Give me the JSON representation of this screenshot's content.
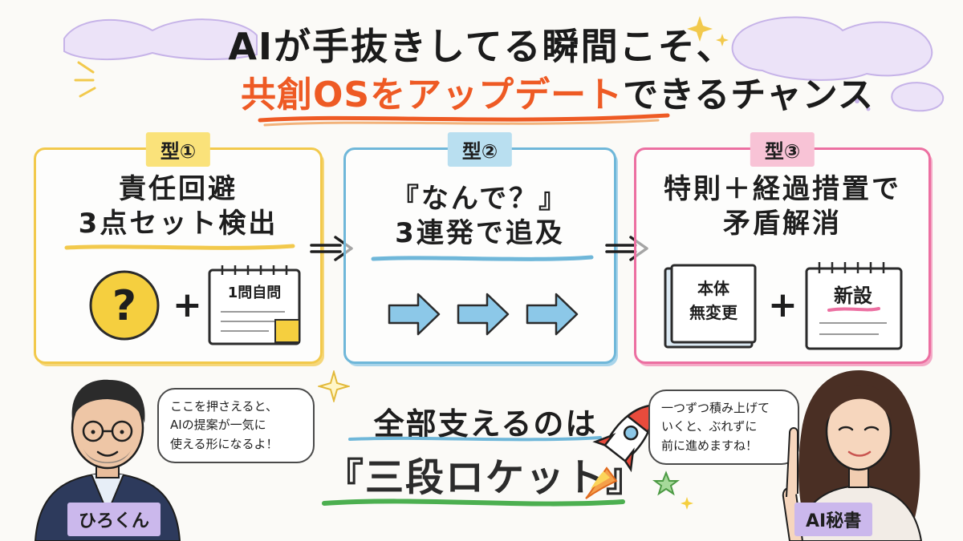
{
  "title": {
    "line1": "AIが手抜きしてる瞬間こそ、",
    "line2_accent": "共創OSをアップデート",
    "line2_rest": "できるチャンス"
  },
  "steps": [
    {
      "tag": "型①",
      "title_line1": "責任回避",
      "title_line2": "3点セット検出",
      "icon_left": "?",
      "plus": "+",
      "notebook_label": "1問自問",
      "color": "#f2c94c"
    },
    {
      "tag": "型②",
      "title_line1": "『なんで？』",
      "title_line2": "3連発で追及",
      "color": "#6fb7d9"
    },
    {
      "tag": "型③",
      "title_line1": "特則＋経過措置で",
      "title_line2": "矛盾解消",
      "book_line1": "本体",
      "book_line2": "無変更",
      "plus": "+",
      "notebook_label": "新設",
      "color": "#ec6fa1"
    }
  ],
  "bottom": {
    "left_bubble": [
      "ここを押さえると、",
      "AIの提案が一気に",
      "使える形になるよ！"
    ],
    "right_bubble": [
      "一つずつ積み上げて",
      "いくと、ぶれずに",
      "前に進めますね！"
    ],
    "center_line1": "全部支えるのは",
    "center_line2": "『三段ロケット』",
    "left_name": "ひろくん",
    "right_name": "AI秘書"
  },
  "colors": {
    "accent_orange": "#ee5a24",
    "yellow": "#f2c94c",
    "blue": "#6fb7d9",
    "pink": "#ec6fa1",
    "green": "#4caf50",
    "purple": "#cbb8ec"
  }
}
